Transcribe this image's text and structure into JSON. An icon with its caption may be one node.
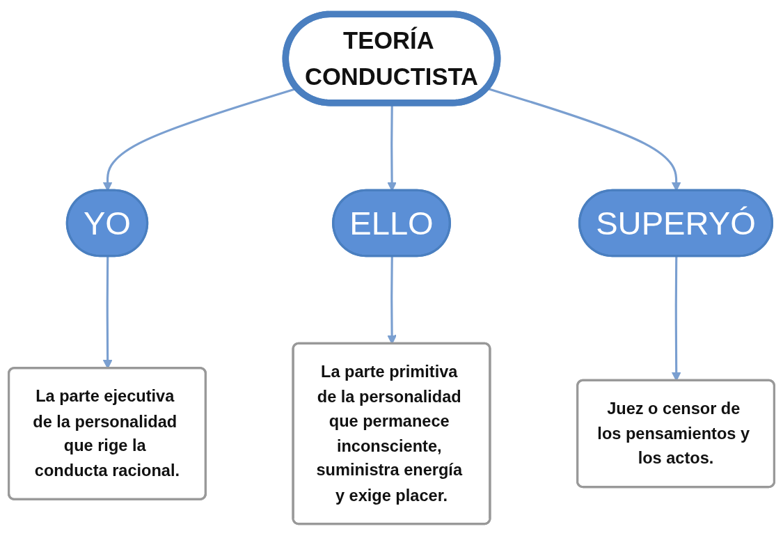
{
  "diagram": {
    "nodes": [
      {
        "text": [
          "TEORÍA CONDUCTISTA"
        ]
      },
      {
        "text": [
          "YO"
        ]
      },
      {
        "text": [
          "ELLO"
        ]
      },
      {
        "text": [
          "SUPERYÓ"
        ]
      },
      {
        "text": [
          "La parte ejecutiva de la personalidad que rige la conducta racional."
        ]
      },
      {
        "text": [
          "La parte primitiva de la personalidad que permanece inconsciente, suministra energía y exige placer."
        ]
      },
      {
        "text": [
          "Juez o censor de los pensamientos y los actos."
        ]
      }
    ],
    "edges": [
      {
        "from": 0,
        "to": 1,
        "arrow": "to"
      },
      {
        "from": 0,
        "to": 2,
        "arrow": "to"
      },
      {
        "from": 0,
        "to": 3,
        "arrow": "to"
      },
      {
        "from": 1,
        "to": 4,
        "arrow": "to"
      },
      {
        "from": 2,
        "to": 5,
        "arrow": "to"
      },
      {
        "from": 3,
        "to": 6,
        "arrow": "to"
      }
    ]
  }
}
